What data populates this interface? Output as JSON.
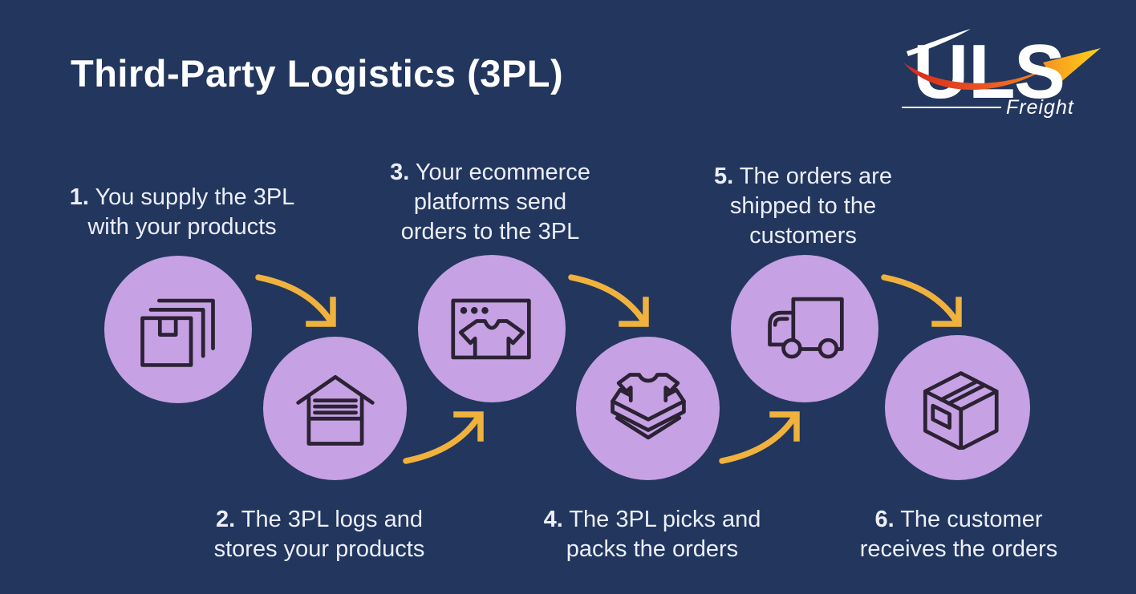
{
  "title": "Third-Party Logistics (3PL)",
  "logo": {
    "letters": [
      "U",
      "L",
      "S"
    ],
    "subtitle": "Freight"
  },
  "colors": {
    "background": "#22365e",
    "circle": "#c6a1e3",
    "icon_stroke": "#2b2234",
    "arrow": "#f0b23c",
    "title_text": "#ffffff",
    "step_text": "#eceef8"
  },
  "steps": [
    {
      "number": "1.",
      "lines": [
        "You supply the 3PL",
        "with your products"
      ],
      "icon": "stacked-boxes-icon"
    },
    {
      "number": "2.",
      "lines": [
        "The 3PL logs and",
        "stores your products"
      ],
      "icon": "warehouse-icon"
    },
    {
      "number": "3.",
      "lines": [
        "Your ecommerce",
        "platforms send",
        "orders to the 3PL"
      ],
      "icon": "ecommerce-browser-icon"
    },
    {
      "number": "4.",
      "lines": [
        "The 3PL picks and",
        "packs the orders"
      ],
      "icon": "open-box-shirt-icon"
    },
    {
      "number": "5.",
      "lines": [
        "The orders are",
        "shipped to the",
        "customers"
      ],
      "icon": "delivery-truck-icon"
    },
    {
      "number": "6.",
      "lines": [
        "The customer",
        "receives the orders"
      ],
      "icon": "closed-box-icon"
    }
  ]
}
